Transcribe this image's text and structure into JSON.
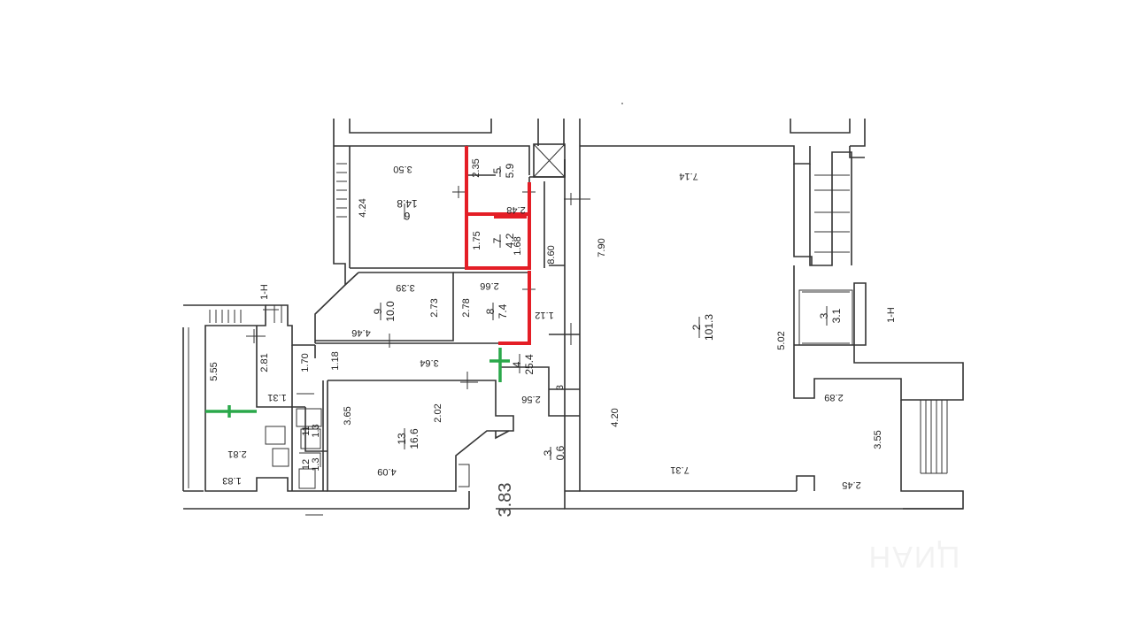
{
  "rooms": [
    {
      "id": "room-6",
      "num": "6",
      "area": "14.8"
    },
    {
      "id": "room-5",
      "num": "5",
      "area": "5.9"
    },
    {
      "id": "room-7",
      "num": "7",
      "area": "4.2"
    },
    {
      "id": "room-9",
      "num": "9",
      "area": "10.0"
    },
    {
      "id": "room-8",
      "num": "8",
      "area": "7.4"
    },
    {
      "id": "room-4",
      "num": "4",
      "area": "25.4"
    },
    {
      "id": "room-2",
      "num": "2",
      "area": "101.3"
    },
    {
      "id": "room-3a",
      "num": "3",
      "area": "3.1"
    },
    {
      "id": "room-3b",
      "num": "3",
      "area": "0.6"
    },
    {
      "id": "room-13",
      "num": "13",
      "area": "16.6"
    },
    {
      "id": "room-11",
      "num": "11",
      "area": "1.3"
    },
    {
      "id": "room-12",
      "num": "12",
      "area": "1.3"
    },
    {
      "id": "room-small",
      "num": "",
      "area": "1.31"
    }
  ],
  "dimensions": [
    "3.50",
    "4.24",
    "2.35",
    "2.48",
    "1.75",
    "1.68",
    "8.60",
    "7.14",
    "7.90",
    "3.39",
    "2.73",
    "4.46",
    "2.78",
    "2.66",
    "1.12",
    "5.02",
    "2.89",
    "3.55",
    "2.45",
    "7.31",
    "4.20",
    "5.55",
    "2.81",
    "1.70",
    "1.18",
    "3.64",
    "2.56",
    "3",
    "3.65",
    "2.02",
    "4.09",
    "2.81",
    "1.83"
  ],
  "section_marks": [
    "1-H",
    "1-H"
  ],
  "footer_label": "3.83",
  "watermark": "ЦИАН",
  "colors": {
    "highlight_red": "#e41e26",
    "highlight_green": "#2aa84a",
    "wall": "#333333"
  }
}
